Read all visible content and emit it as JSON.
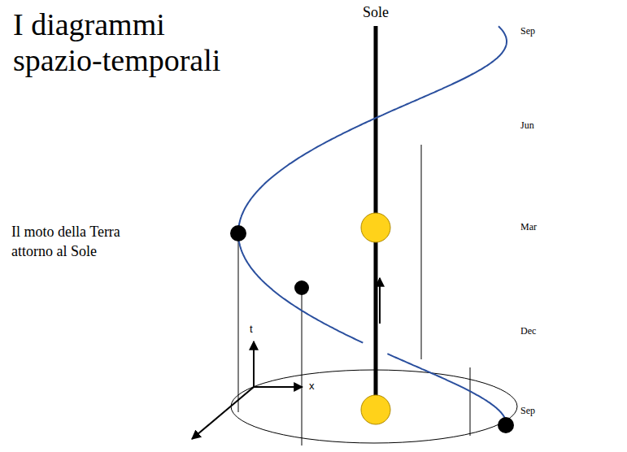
{
  "diagram": {
    "title": "I diagrammi spazio-temporali",
    "labels": [
      "Sole",
      "Il moto della Terra attorno al Sole",
      "Sep",
      "Jun",
      "Mar",
      "Dec",
      "Sep",
      "t",
      "x"
    ]
  }
}
